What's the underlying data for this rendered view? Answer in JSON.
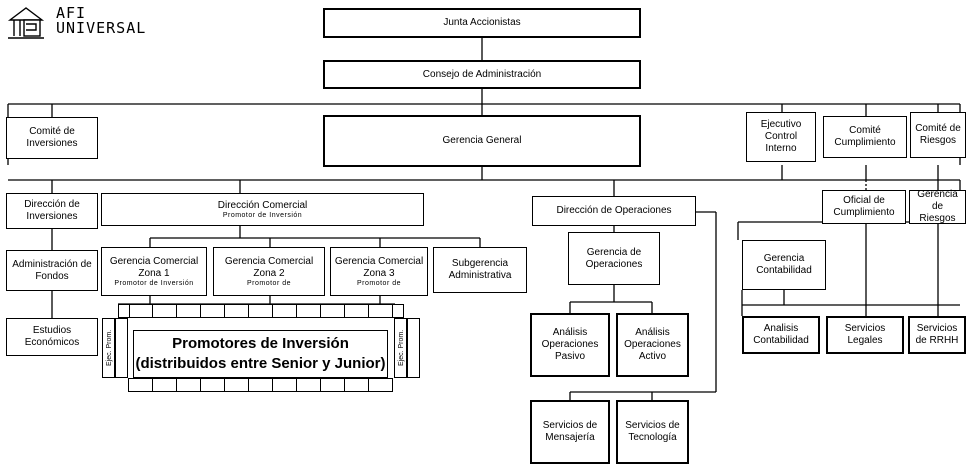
{
  "logo": {
    "line1": "AFI",
    "line2": "UNIVERSAL"
  },
  "nodes": {
    "junta": "Junta Accionistas",
    "consejo": "Consejo de Administración",
    "comite_inversiones": "Comité de Inversiones",
    "gerencia_general": "Gerencia General",
    "ejecutivo_control": "Ejecutivo Control Interno",
    "comite_cumplimiento": "Comité Cumplimiento",
    "comite_riesgos": "Comité de Riesgos",
    "direccion_inversiones": "Dirección de Inversiones",
    "direccion_comercial": "Dirección Comercial",
    "direccion_comercial_sub": "Promotor de Inversión",
    "direccion_operaciones": "Dirección de Operaciones",
    "oficial_cumplimiento": "Oficial de Cumplimiento",
    "gerencia_riesgos": "Gerencia de Riesgos",
    "administracion_fondos": "Administración de Fondos",
    "gcz1": "Gerencia Comercial Zona 1",
    "gcz1_sub": "Promotor de Inversión",
    "gcz2": "Gerencia Comercial Zona 2",
    "gcz2_sub": "Promotor de",
    "gcz3": "Gerencia Comercial Zona 3",
    "gcz3_sub": "Promotor de",
    "subgerencia_admin": "Subgerencia Administrativa",
    "gerencia_operaciones": "Gerencia de Operaciones",
    "gerencia_contabilidad": "Gerencia Contabilidad",
    "estudios_economicos": "Estudios Económicos",
    "analisis_pasivo": "Análisis Operaciones Pasivo",
    "analisis_activo": "Análisis Operaciones Activo",
    "analisis_contabilidad": "Analisis Contabilidad",
    "servicios_legales": "Servicios Legales",
    "servicios_rrhh": "Servicios de RRHH",
    "servicios_mensajeria": "Servicios de Mensajería",
    "servicios_tecnologia": "Servicios de Tecnología",
    "promotores_line1": "Promotores de Inversión",
    "promotores_line2": "(distribuidos entre Senior y Junior)",
    "ejec_prom_left": "Ejec. Prom. Inversión",
    "ejec_prom_right": "Ejec. Prom. Inversión"
  }
}
